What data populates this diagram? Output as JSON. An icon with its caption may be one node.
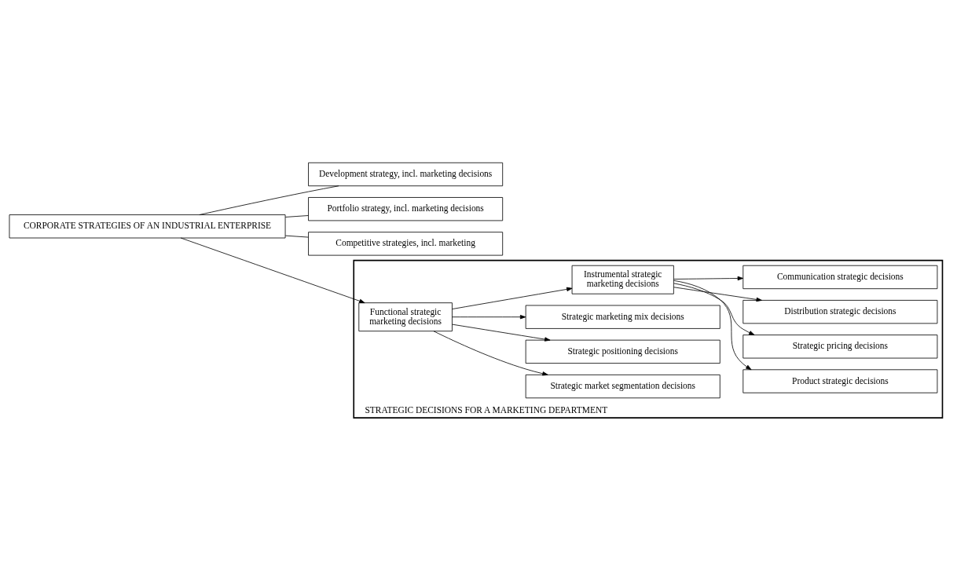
{
  "diagram": {
    "nodes": [
      {
        "text": [
          "CORPORATE STRATEGIES OF AN INDUSTRIAL ENTERPRISE"
        ]
      },
      {
        "text": [
          "Development strategy, incl. marketing decisions"
        ]
      },
      {
        "text": [
          "Portfolio strategy, incl. marketing decisions"
        ]
      },
      {
        "text": [
          "Competitive strategies, incl. marketing"
        ]
      },
      {
        "text": [
          "STRATEGIC DECISIONS FOR A MARKETING DEPARTMENT"
        ]
      },
      {
        "text": [
          "Functional strategic marketing decisions"
        ],
        "in": 4
      },
      {
        "text": [
          "Strategic market segmentation decisions"
        ],
        "in": 4
      },
      {
        "text": [
          "Strategic positioning decisions"
        ],
        "in": 4
      },
      {
        "text": [
          "Strategic marketing mix decisions"
        ],
        "in": 4
      },
      {
        "text": [
          "Instrumental strategic marketing decisions"
        ],
        "in": 4
      },
      {
        "text": [
          "Product strategic decisions"
        ],
        "in": 4
      },
      {
        "text": [
          "Strategic pricing decisions"
        ],
        "in": 4
      },
      {
        "text": [
          "Distribution strategic decisions"
        ],
        "in": 4
      },
      {
        "text": [
          "Communication strategic decisions"
        ],
        "in": 4
      }
    ],
    "edges": [
      {
        "from": 0,
        "to": 1,
        "arrow": "none"
      },
      {
        "from": 0,
        "to": 2,
        "arrow": "none"
      },
      {
        "from": 0,
        "to": 3,
        "arrow": "none"
      },
      {
        "from": 0,
        "to": 5,
        "arrow": "to"
      },
      {
        "from": 5,
        "to": 6,
        "arrow": "to"
      },
      {
        "from": 5,
        "to": 7,
        "arrow": "to"
      },
      {
        "from": 5,
        "to": 8,
        "arrow": "to"
      },
      {
        "from": 5,
        "to": 9,
        "arrow": "to"
      },
      {
        "from": 9,
        "to": 10,
        "arrow": "to"
      },
      {
        "from": 9,
        "to": 11,
        "arrow": "to"
      },
      {
        "from": 9,
        "to": 12,
        "arrow": "to"
      },
      {
        "from": 9,
        "to": 13,
        "arrow": "to"
      }
    ]
  }
}
